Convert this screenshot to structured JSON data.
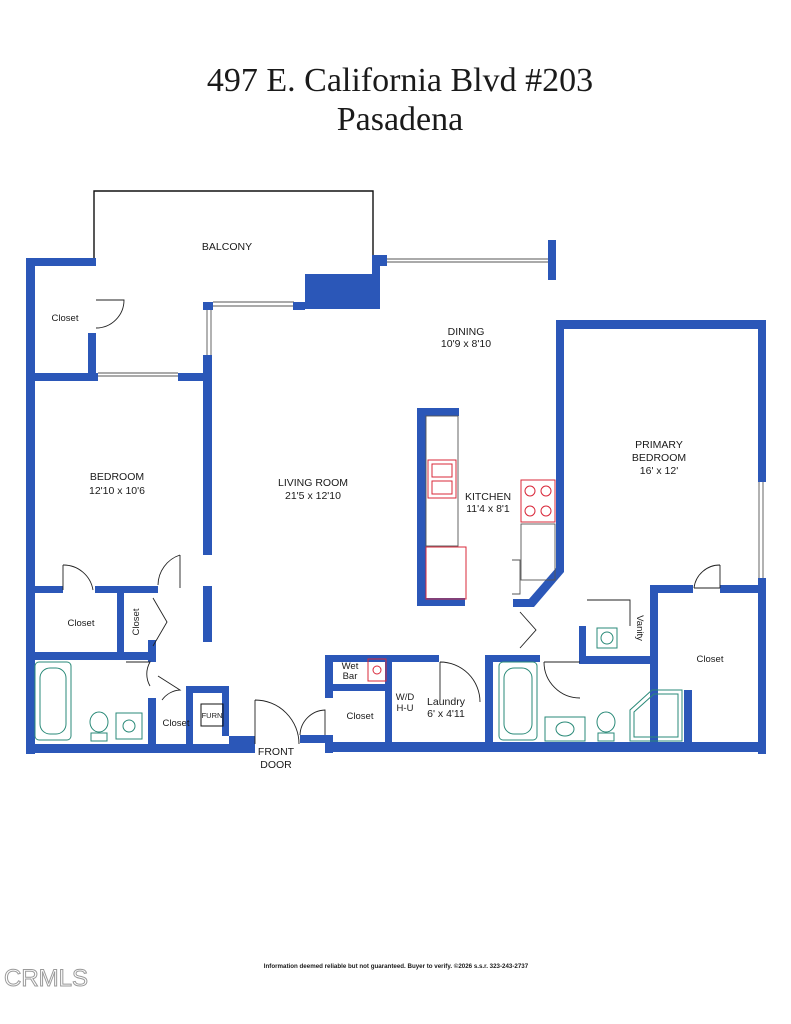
{
  "title": {
    "line1": "497 E. California Blvd #203",
    "line2": "Pasadena"
  },
  "rooms": {
    "balcony": "BALCONY",
    "closet_top_left": "Closet",
    "dining": {
      "name": "DINING",
      "dims": "10'9 x 8'10"
    },
    "bedroom": {
      "name": "BEDROOM",
      "dims": "12'10 x 10'6"
    },
    "living_room": {
      "name": "LIVING ROOM",
      "dims": "21'5 x 12'10"
    },
    "kitchen": {
      "name": "KITCHEN",
      "dims": "11'4 x 8'1"
    },
    "primary_bedroom": {
      "name_line1": "PRIMARY",
      "name_line2": "BEDROOM",
      "dims": "16' x 12'"
    },
    "closet_bedroom": "Closet",
    "closet_hall_vertical": "Closet",
    "vanity": "Vanity",
    "closet_primary": "Closet",
    "wet_bar_line1": "Wet",
    "wet_bar_line2": "Bar",
    "wd_line1": "W/D",
    "wd_line2": "H-U",
    "laundry": {
      "name": "Laundry",
      "dims": "6' x 4'11"
    },
    "closet_bath": "Closet",
    "furn": "FURN",
    "closet_entry": "Closet",
    "front_door_line1": "FRONT",
    "front_door_line2": "DOOR"
  },
  "disclaimer": "Information deemed reliable but not guaranteed. Buyer to verify. ©2026 s.s.r. 323-243-2737",
  "logo": "CRMLS",
  "colors": {
    "walls": "#2b57b8",
    "fixtures": "#2a8a78",
    "appliances": "#d9283a"
  }
}
